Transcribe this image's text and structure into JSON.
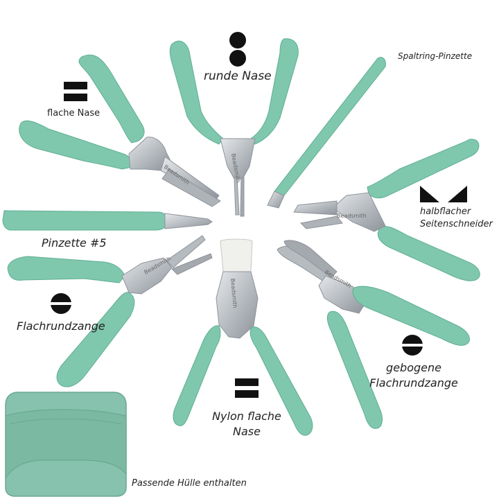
{
  "labels": {
    "flat_nose": "flache Nase",
    "round_nose": "runde Nase",
    "split_ring": "Spaltring-Pinzette",
    "side_cutter_1": "halbflacher",
    "side_cutter_2": "Seitenschneider",
    "tweezers5": "Pinzette #5",
    "flat_round": "Flachrundzange",
    "bent_1": "gebogene",
    "bent_2": "Flachrundzange",
    "nylon_1": "Nylon flache",
    "nylon_2": "Nase",
    "pouch": "Passende Hülle enthalten",
    "brand": "Beadsmith"
  },
  "colors": {
    "handle": "#7fc8ae",
    "handle_dark": "#5fae94",
    "steel": "#c8ccd0",
    "steel_dark": "#8d939a",
    "pouch": "#86c2ad",
    "nylon_jaw": "#f0f0ec",
    "symbol": "#111111"
  },
  "icons": [
    "flat-nose-symbol",
    "round-nose-symbol",
    "side-cutter-symbol",
    "flat-round-symbol",
    "bent-flat-round-symbol",
    "nylon-flat-symbol"
  ]
}
